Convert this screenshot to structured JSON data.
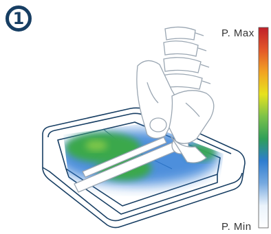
{
  "figure_number": "1",
  "legend": {
    "max_label": "P. Max",
    "min_label": "P. Min",
    "gradient_colors": [
      "#c0202a",
      "#e3572a",
      "#f2a323",
      "#e7e21e",
      "#7cc249",
      "#2f9f59",
      "#2e7dd0",
      "#76a9e0",
      "#eaf3fb",
      "#ffffff"
    ]
  },
  "colors": {
    "outline": "#173e63",
    "bone_stroke": "#9aa6b2",
    "pressure_high": "#3aa84b",
    "pressure_low": "#2f7bd6"
  }
}
